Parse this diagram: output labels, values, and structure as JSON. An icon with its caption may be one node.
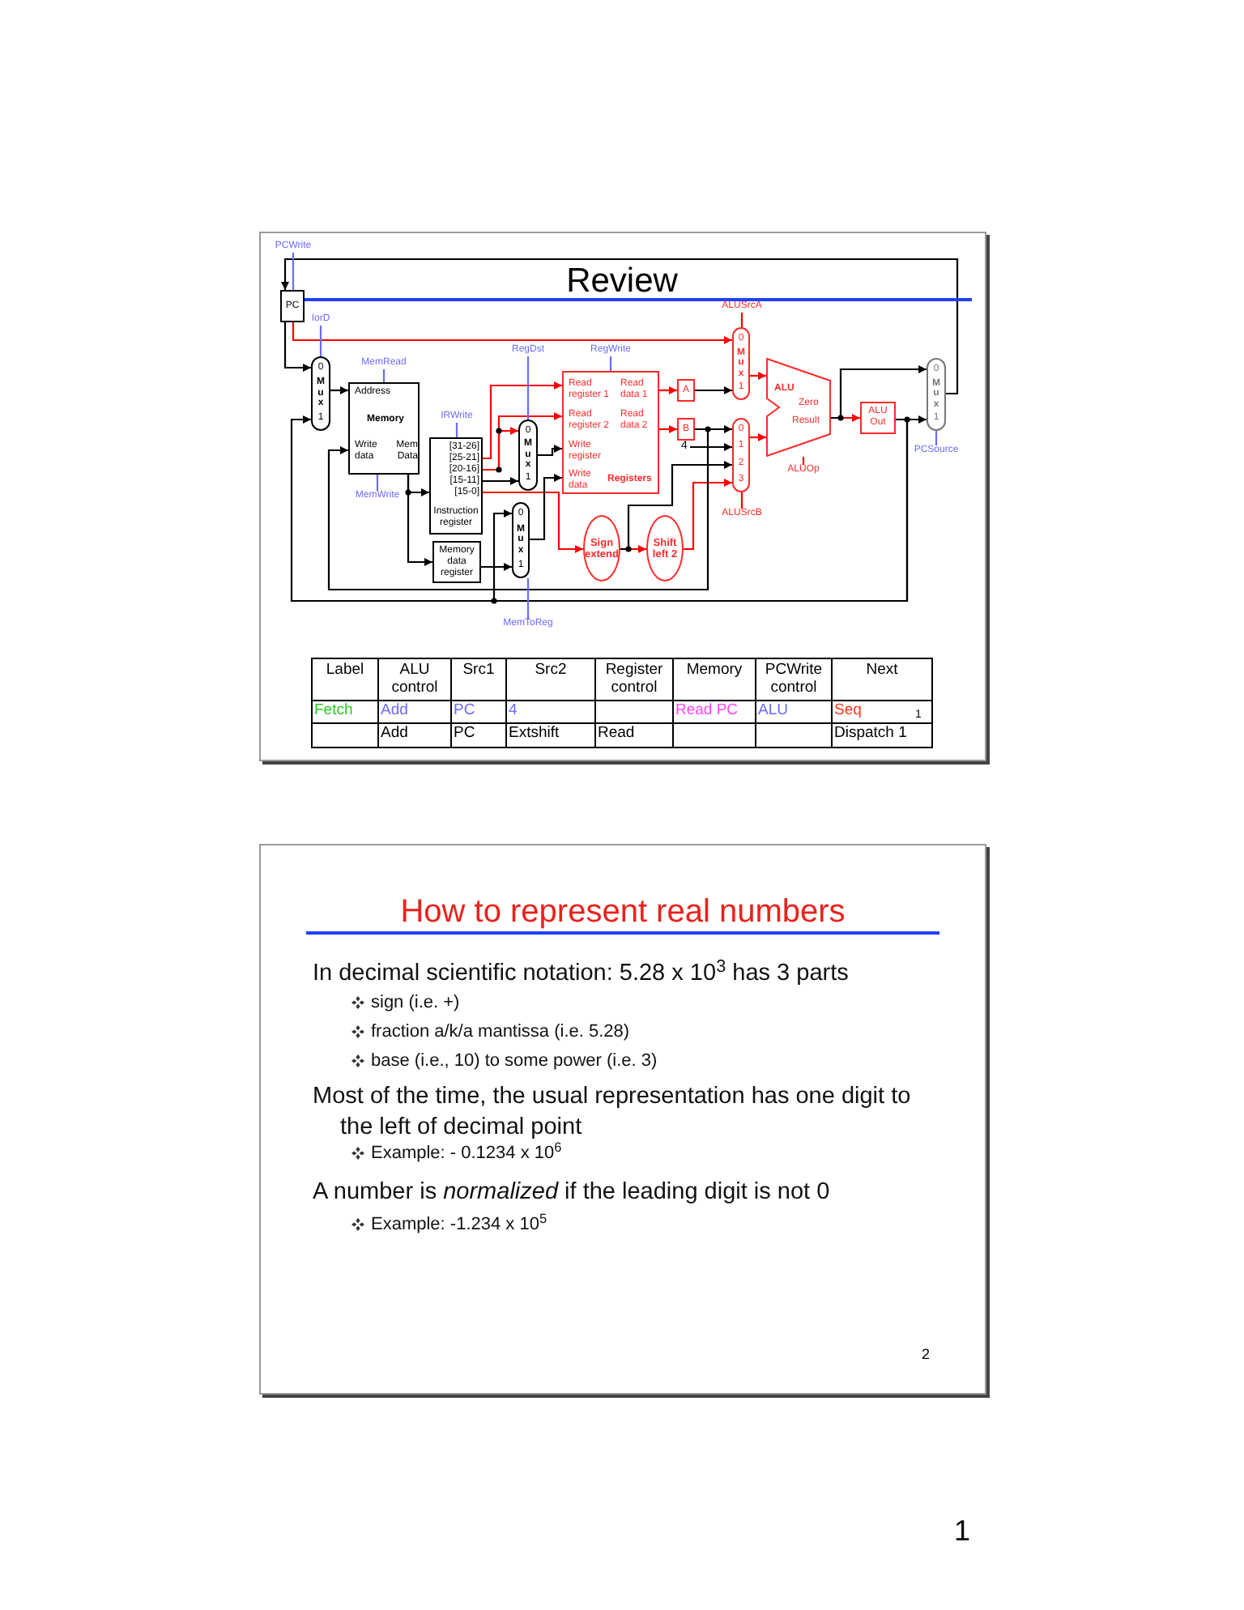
{
  "diagram": {
    "title": "Review",
    "nodes": [
      {
        "text": [
          "PC"
        ]
      },
      {
        "text": [
          "0",
          "Mux",
          "1"
        ]
      },
      {
        "text": [
          "Address",
          "Memory",
          "Write data",
          "Mem Data"
        ]
      },
      {
        "text": [
          "[31-26]",
          "[25-21]",
          "[20-16]",
          "[15-11]",
          "[15-0]",
          "Instruction register"
        ]
      },
      {
        "text": [
          "Memory data register"
        ]
      },
      {
        "text": [
          "0",
          "Mux",
          "1"
        ]
      },
      {
        "text": [
          "0",
          "Mux",
          "1"
        ]
      },
      {
        "text": [
          "Read register 1",
          "Read data 1",
          "Read register 2",
          "Read data 2",
          "Write register",
          "Write data",
          "Registers"
        ]
      },
      {
        "text": [
          "A"
        ]
      },
      {
        "text": [
          "B"
        ]
      },
      {
        "text": [
          "Sign extend"
        ]
      },
      {
        "text": [
          "Shift left 2"
        ]
      },
      {
        "text": [
          "0",
          "Mux",
          "1"
        ]
      },
      {
        "text": [
          "0",
          "1",
          "2",
          "3"
        ]
      },
      {
        "text": [
          "ALU",
          "Zero",
          "Result"
        ]
      },
      {
        "text": [
          "ALU Out"
        ]
      },
      {
        "text": [
          "0",
          "Mux",
          "1"
        ]
      },
      {
        "text": [
          "4"
        ]
      },
      {
        "text": [
          "PCWrite"
        ]
      },
      {
        "text": [
          "IorD"
        ]
      },
      {
        "text": [
          "ALUSrcA"
        ]
      },
      {
        "text": [
          "MemRead"
        ]
      },
      {
        "text": [
          "RegDst"
        ]
      },
      {
        "text": [
          "RegWrite"
        ]
      },
      {
        "text": [
          "IRWrite"
        ]
      },
      {
        "text": [
          "MemWrite"
        ]
      },
      {
        "text": [
          "PCSource"
        ]
      },
      {
        "text": [
          "ALUOp"
        ]
      },
      {
        "text": [
          "ALUSrcB"
        ]
      },
      {
        "text": [
          "MemToReg"
        ]
      }
    ],
    "edges": [
      {
        "from": 0,
        "to": 1,
        "arrow": "to"
      },
      {
        "from": 0,
        "to": 12,
        "arrow": "to",
        "color": "#ff0000"
      },
      {
        "from": 1,
        "to": 2,
        "arrow": "to"
      },
      {
        "from": 2,
        "to": 3,
        "arrow": "to"
      },
      {
        "from": 2,
        "to": 4,
        "arrow": "to"
      },
      {
        "from": 3,
        "to": 7,
        "arrow": "to",
        "color": "#ff0000"
      },
      {
        "from": 3,
        "to": 7,
        "arrow": "to",
        "color": "#ff0000"
      },
      {
        "from": 3,
        "to": 5,
        "arrow": "to",
        "color": "#ff0000"
      },
      {
        "from": 3,
        "to": 5,
        "arrow": "to"
      },
      {
        "from": 3,
        "to": 10,
        "arrow": "to",
        "color": "#ff0000"
      },
      {
        "from": 5,
        "to": 7,
        "arrow": "to"
      },
      {
        "from": 6,
        "to": 7,
        "arrow": "to"
      },
      {
        "from": 4,
        "to": 6,
        "arrow": "to"
      },
      {
        "from": 7,
        "to": 8,
        "arrow": "to",
        "color": "#ff0000"
      },
      {
        "from": 7,
        "to": 9,
        "arrow": "to",
        "color": "#ff0000"
      },
      {
        "from": 8,
        "to": 12,
        "arrow": "to"
      },
      {
        "from": 9,
        "to": 13,
        "arrow": "to"
      },
      {
        "from": 10,
        "to": 11,
        "arrow": "to",
        "color": "#ff0000"
      },
      {
        "from": 10,
        "to": 13,
        "arrow": "to"
      },
      {
        "from": 11,
        "to": 13,
        "arrow": "to",
        "color": "#ff0000"
      },
      {
        "from": 12,
        "to": 14,
        "arrow": "to",
        "color": "#ff0000"
      },
      {
        "from": 13,
        "to": 14,
        "arrow": "to",
        "color": "#ff0000"
      },
      {
        "from": 14,
        "to": 15,
        "arrow": "to",
        "color": "#ff0000"
      },
      {
        "from": 14,
        "to": 16,
        "arrow": "to"
      },
      {
        "from": 15,
        "to": 16,
        "arrow": "to"
      },
      {
        "from": 16,
        "to": 0,
        "arrow": "to"
      },
      {
        "from": 9,
        "to": 2,
        "arrow": "to"
      },
      {
        "from": 15,
        "to": 1,
        "arrow": "to"
      },
      {
        "from": 15,
        "to": 6,
        "arrow": "to"
      },
      {
        "from": 17,
        "to": 13,
        "arrow": "to"
      },
      {
        "from": 18,
        "to": 0,
        "arrow": "none",
        "color": "#6a6aff"
      },
      {
        "from": 19,
        "to": 1,
        "arrow": "none",
        "color": "#6a6aff"
      },
      {
        "from": 20,
        "to": 12,
        "arrow": "none",
        "color": "#ff0000"
      },
      {
        "from": 21,
        "to": 2,
        "arrow": "none",
        "color": "#6a6aff"
      },
      {
        "from": 22,
        "to": 5,
        "arrow": "none",
        "color": "#6a6aff"
      },
      {
        "from": 23,
        "to": 7,
        "arrow": "none",
        "color": "#6a6aff"
      },
      {
        "from": 24,
        "to": 3,
        "arrow": "none",
        "color": "#6a6aff"
      },
      {
        "from": 25,
        "to": 2,
        "arrow": "none",
        "color": "#6a6aff"
      },
      {
        "from": 26,
        "to": 16,
        "arrow": "none",
        "color": "#6a6aff"
      },
      {
        "from": 27,
        "to": 14,
        "arrow": "none",
        "color": "#ff0000"
      },
      {
        "from": 28,
        "to": 13,
        "arrow": "none",
        "color": "#ff0000"
      },
      {
        "from": 29,
        "to": 6,
        "arrow": "none",
        "color": "#6a6aff"
      }
    ],
    "labels": [
      "Label",
      "ALU control",
      "Src1",
      "Src2",
      "Register control",
      "Memory",
      "PCWrite control",
      "Next",
      "Fetch",
      "Add",
      "PC",
      "4",
      "Read PC",
      "ALU",
      "Seq",
      "1",
      "Add",
      "PC",
      "Extshift",
      "Read",
      "Dispatch 1",
      "How to represent real numbers",
      "In decimal scientific notation: 5.28 x 10$^{3}$ has 3 parts",
      "sign (i.e. +)",
      "fraction a/k/a mantissa (i.e. 5.28)",
      "base (i.e., 10) to some power (i.e. 3)",
      "Most of the time, the usual representation has one digit to the left of decimal point",
      "Example: - 0.1234 x 10$^{6}$",
      "A number is *normalized* if the leading digit is not 0",
      "Example: -1.234 x 10$^{5}$",
      "2",
      "1"
    ]
  }
}
